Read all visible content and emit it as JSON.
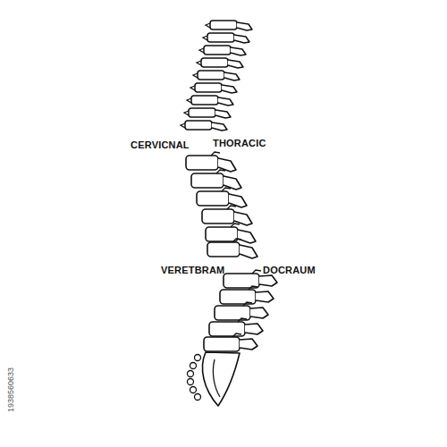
{
  "diagram": {
    "labels": [
      "CERVICNAL",
      "THORACIC",
      "VERETBRAM",
      "DOCRAUM",
      "1938560633"
    ]
  }
}
